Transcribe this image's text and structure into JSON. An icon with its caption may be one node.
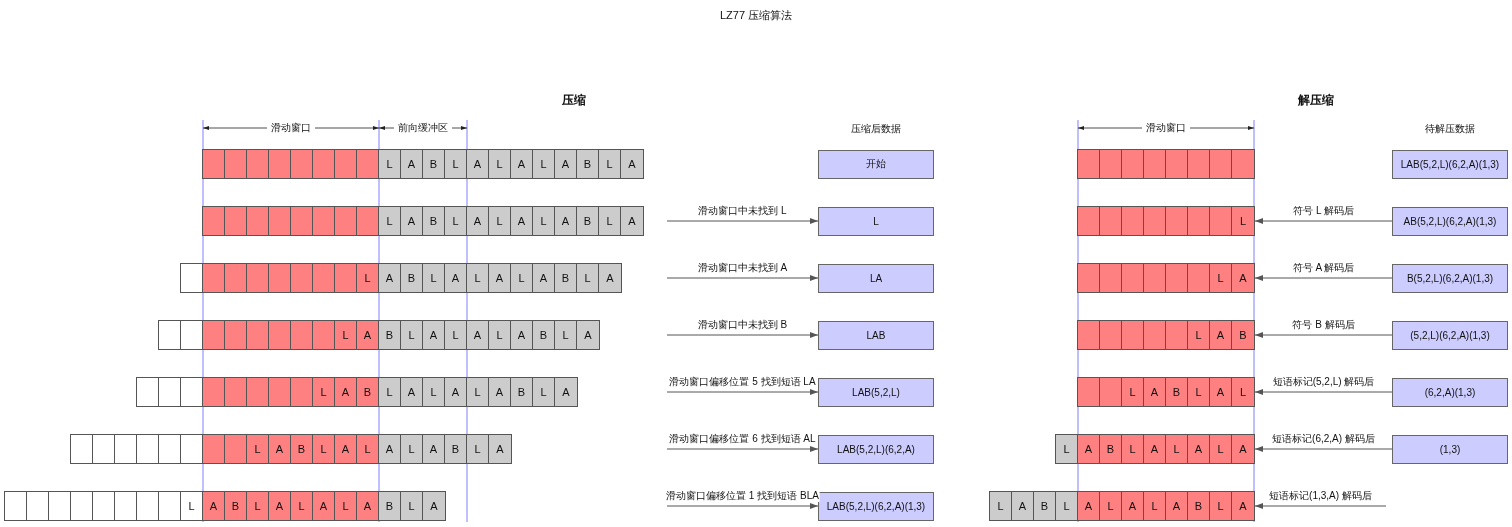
{
  "diagram": {
    "title": "LZ77 压缩算法",
    "nodes": [
      {
        "text": [],
        "shape": "bar"
      },
      {
        "text": [],
        "shape": "box",
        "in": 0
      },
      {
        "text": [],
        "shape": "box",
        "in": 0
      },
      {
        "text": [],
        "shape": "box",
        "in": 0
      },
      {
        "text": [],
        "shape": "box",
        "in": 0
      },
      {
        "text": [],
        "shape": "box",
        "in": 0
      },
      {
        "text": [],
        "shape": "box",
        "in": 0
      },
      {
        "text": [],
        "shape": "box",
        "in": 0
      },
      {
        "text": [],
        "shape": "box",
        "in": 0
      },
      {
        "text": [
          "L"
        ],
        "in": 0
      },
      {
        "text": [
          "A"
        ],
        "in": 0
      },
      {
        "text": [
          "B"
        ],
        "in": 0
      },
      {
        "text": [
          "L"
        ],
        "in": 0
      },
      {
        "text": [
          "A"
        ],
        "in": 0
      },
      {
        "text": [
          "L"
        ],
        "in": 0
      },
      {
        "text": [
          "A"
        ],
        "in": 0
      },
      {
        "text": [
          "L"
        ],
        "in": 0
      },
      {
        "text": [
          "A"
        ],
        "in": 0
      },
      {
        "text": [
          "B"
        ],
        "in": 0
      },
      {
        "text": [
          "L"
        ],
        "in": 0
      },
      {
        "text": [
          "A"
        ],
        "in": 0
      },
      {
        "text": [
          "开始"
        ]
      },
      {
        "text": [],
        "shape": "bar"
      },
      {
        "text": [],
        "shape": "box",
        "in": 22
      },
      {
        "text": [],
        "shape": "box",
        "in": 22
      },
      {
        "text": [],
        "shape": "box",
        "in": 22
      },
      {
        "text": [],
        "shape": "box",
        "in": 22
      },
      {
        "text": [],
        "shape": "box",
        "in": 22
      },
      {
        "text": [],
        "shape": "box",
        "in": 22
      },
      {
        "text": [],
        "shape": "box",
        "in": 22
      },
      {
        "text": [],
        "shape": "box",
        "in": 22
      },
      {
        "text": [
          "L"
        ],
        "in": 22
      },
      {
        "text": [
          "A"
        ],
        "in": 22
      },
      {
        "text": [
          "B"
        ],
        "in": 22
      },
      {
        "text": [
          "L"
        ],
        "in": 22
      },
      {
        "text": [
          "A"
        ],
        "in": 22
      },
      {
        "text": [
          "L"
        ],
        "in": 22
      },
      {
        "text": [
          "A"
        ],
        "in": 22
      },
      {
        "text": [
          "L"
        ],
        "in": 22
      },
      {
        "text": [
          "A"
        ],
        "in": 22
      },
      {
        "text": [
          "B"
        ],
        "in": 22
      },
      {
        "text": [
          "L"
        ],
        "in": 22
      },
      {
        "text": [
          "A"
        ],
        "in": 22
      },
      {
        "text": [
          "L"
        ]
      },
      {
        "text": [],
        "shape": "bar"
      },
      {
        "text": [],
        "shape": "box",
        "in": 44
      },
      {
        "text": [],
        "shape": "box",
        "in": 44
      },
      {
        "text": [],
        "shape": "box",
        "in": 44
      },
      {
        "text": [],
        "shape": "box",
        "in": 44
      },
      {
        "text": [],
        "shape": "box",
        "in": 44
      },
      {
        "text": [],
        "shape": "box",
        "in": 44
      },
      {
        "text": [],
        "shape": "box",
        "in": 44
      },
      {
        "text": [],
        "shape": "box",
        "in": 44
      },
      {
        "text": [
          "L"
        ],
        "in": 44
      },
      {
        "text": [
          "A"
        ],
        "in": 44
      },
      {
        "text": [
          "B"
        ],
        "in": 44
      },
      {
        "text": [
          "L"
        ],
        "in": 44
      },
      {
        "text": [
          "A"
        ],
        "in": 44
      },
      {
        "text": [
          "L"
        ],
        "in": 44
      },
      {
        "text": [
          "A"
        ],
        "in": 44
      },
      {
        "text": [
          "L"
        ],
        "in": 44
      },
      {
        "text": [
          "A"
        ],
        "in": 44
      },
      {
        "text": [
          "B"
        ],
        "in": 44
      },
      {
        "text": [
          "L"
        ],
        "in": 44
      },
      {
        "text": [
          "A"
        ],
        "in": 44
      },
      {
        "text": [
          "LA"
        ]
      },
      {
        "text": [],
        "shape": "bar"
      },
      {
        "text": [],
        "shape": "box",
        "in": 66
      },
      {
        "text": [],
        "shape": "box",
        "in": 66
      },
      {
        "text": [],
        "shape": "box",
        "in": 66
      },
      {
        "text": [],
        "shape": "box",
        "in": 66
      },
      {
        "text": [],
        "shape": "box",
        "in": 66
      },
      {
        "text": [],
        "shape": "box",
        "in": 66
      },
      {
        "text": [],
        "shape": "box",
        "in": 66
      },
      {
        "text": [],
        "shape": "box",
        "in": 66
      },
      {
        "text": [
          "L"
        ],
        "in": 66
      },
      {
        "text": [
          "A"
        ],
        "in": 66
      },
      {
        "text": [
          "B"
        ],
        "in": 66
      },
      {
        "text": [
          "L"
        ],
        "in": 66
      },
      {
        "text": [
          "A"
        ],
        "in": 66
      },
      {
        "text": [
          "L"
        ],
        "in": 66
      },
      {
        "text": [
          "A"
        ],
        "in": 66
      },
      {
        "text": [
          "L"
        ],
        "in": 66
      },
      {
        "text": [
          "A"
        ],
        "in": 66
      },
      {
        "text": [
          "B"
        ],
        "in": 66
      },
      {
        "text": [
          "L"
        ],
        "in": 66
      },
      {
        "text": [
          "A"
        ],
        "in": 66
      },
      {
        "text": [
          "LAB"
        ]
      },
      {
        "text": [],
        "shape": "bar"
      },
      {
        "text": [],
        "shape": "box",
        "in": 88
      },
      {
        "text": [],
        "shape": "box",
        "in": 88
      },
      {
        "text": [],
        "shape": "box",
        "in": 88
      },
      {
        "text": [],
        "shape": "box",
        "in": 88
      },
      {
        "text": [],
        "shape": "box",
        "in": 88
      },
      {
        "text": [],
        "shape": "box",
        "in": 88
      },
      {
        "text": [],
        "shape": "box",
        "in": 88
      },
      {
        "text": [],
        "shape": "box",
        "in": 88
      },
      {
        "text": [
          "L"
        ],
        "in": 88
      },
      {
        "text": [
          "A"
        ],
        "in": 88
      },
      {
        "text": [
          "B"
        ],
        "in": 88
      },
      {
        "text": [
          "L"
        ],
        "in": 88
      },
      {
        "text": [
          "A"
        ],
        "in": 88
      },
      {
        "text": [
          "L"
        ],
        "in": 88
      },
      {
        "text": [
          "A"
        ],
        "in": 88
      },
      {
        "text": [
          "L"
        ],
        "in": 88
      },
      {
        "text": [
          "A"
        ],
        "in": 88
      },
      {
        "text": [
          "B"
        ],
        "in": 88
      },
      {
        "text": [
          "L"
        ],
        "in": 88
      },
      {
        "text": [
          "A"
        ],
        "in": 88
      },
      {
        "text": [
          "LAB(5,2,L)"
        ]
      },
      {
        "text": [],
        "shape": "bar"
      },
      {
        "text": [],
        "shape": "box",
        "in": 110
      },
      {
        "text": [],
        "shape": "box",
        "in": 110
      },
      {
        "text": [],
        "shape": "box",
        "in": 110
      },
      {
        "text": [],
        "shape": "box",
        "in": 110
      },
      {
        "text": [],
        "shape": "box",
        "in": 110
      },
      {
        "text": [],
        "shape": "box",
        "in": 110
      },
      {
        "text": [],
        "shape": "box",
        "in": 110
      },
      {
        "text": [],
        "shape": "box",
        "in": 110
      },
      {
        "text": [
          "L"
        ],
        "in": 110
      },
      {
        "text": [
          "A"
        ],
        "in": 110
      },
      {
        "text": [
          "B"
        ],
        "in": 110
      },
      {
        "text": [
          "L"
        ],
        "in": 110
      },
      {
        "text": [
          "A"
        ],
        "in": 110
      },
      {
        "text": [
          "L"
        ],
        "in": 110
      },
      {
        "text": [
          "A"
        ],
        "in": 110
      },
      {
        "text": [
          "L"
        ],
        "in": 110
      },
      {
        "text": [
          "A"
        ],
        "in": 110
      },
      {
        "text": [
          "B"
        ],
        "in": 110
      },
      {
        "text": [
          "L"
        ],
        "in": 110
      },
      {
        "text": [
          "A"
        ],
        "in": 110
      },
      {
        "text": [
          "LAB(5,2,L)(6,2,A)"
        ]
      },
      {
        "text": [],
        "shape": "bar"
      },
      {
        "text": [],
        "shape": "box",
        "in": 132
      },
      {
        "text": [],
        "shape": "box",
        "in": 132
      },
      {
        "text": [],
        "shape": "box",
        "in": 132
      },
      {
        "text": [],
        "shape": "box",
        "in": 132
      },
      {
        "text": [],
        "shape": "box",
        "in": 132
      },
      {
        "text": [],
        "shape": "box",
        "in": 132
      },
      {
        "text": [],
        "shape": "box",
        "in": 132
      },
      {
        "text": [],
        "shape": "box",
        "in": 132
      },
      {
        "text": [
          "L"
        ],
        "in": 132
      },
      {
        "text": [
          "A"
        ],
        "in": 132
      },
      {
        "text": [
          "B"
        ],
        "in": 132
      },
      {
        "text": [
          "L"
        ],
        "in": 132
      },
      {
        "text": [
          "A"
        ],
        "in": 132
      },
      {
        "text": [
          "L"
        ],
        "in": 132
      },
      {
        "text": [
          "A"
        ],
        "in": 132
      },
      {
        "text": [
          "L"
        ],
        "in": 132
      },
      {
        "text": [
          "A"
        ],
        "in": 132
      },
      {
        "text": [
          "B"
        ],
        "in": 132
      },
      {
        "text": [
          "L"
        ],
        "in": 132
      },
      {
        "text": [
          "A"
        ],
        "in": 132
      },
      {
        "text": [
          "LAB(5,2,L)(6,2,A)(1,3)"
        ]
      },
      {
        "text": [],
        "shape": "bar"
      },
      {
        "text": [],
        "shape": "box",
        "in": 154
      },
      {
        "text": [],
        "shape": "box",
        "in": 154
      },
      {
        "text": [],
        "shape": "box",
        "in": 154
      },
      {
        "text": [],
        "shape": "box",
        "in": 154
      },
      {
        "text": [],
        "shape": "box",
        "in": 154
      },
      {
        "text": [],
        "shape": "box",
        "in": 154
      },
      {
        "text": [],
        "shape": "box",
        "in": 154
      },
      {
        "text": [],
        "shape": "box",
        "in": 154
      },
      {
        "text": [
          "LAB(5,2,L)(6,2,A)(1,3)"
        ]
      },
      {
        "text": [],
        "shape": "bar"
      },
      {
        "text": [],
        "shape": "box",
        "in": 164
      },
      {
        "text": [],
        "shape": "box",
        "in": 164
      },
      {
        "text": [],
        "shape": "box",
        "in": 164
      },
      {
        "text": [],
        "shape": "box",
        "in": 164
      },
      {
        "text": [],
        "shape": "box",
        "in": 164
      },
      {
        "text": [],
        "shape": "box",
        "in": 164
      },
      {
        "text": [],
        "shape": "box",
        "in": 164
      },
      {
        "text": [
          "L"
        ],
        "in": 164
      },
      {
        "text": [
          "AB(5,2,L)(6,2,A)(1,3)"
        ]
      },
      {
        "text": [],
        "shape": "bar"
      },
      {
        "text": [],
        "shape": "box",
        "in": 174
      },
      {
        "text": [],
        "shape": "box",
        "in": 174
      },
      {
        "text": [],
        "shape": "box",
        "in": 174
      },
      {
        "text": [],
        "shape": "box",
        "in": 174
      },
      {
        "text": [],
        "shape": "box",
        "in": 174
      },
      {
        "text": [],
        "shape": "box",
        "in": 174
      },
      {
        "text": [
          "L"
        ],
        "in": 174
      },
      {
        "text": [
          "A"
        ],
        "in": 174
      },
      {
        "text": [
          "B(5,2,L)(6,2,A)(1,3)"
        ]
      },
      {
        "text": [],
        "shape": "bar"
      },
      {
        "text": [],
        "shape": "box",
        "in": 184
      },
      {
        "text": [],
        "shape": "box",
        "in": 184
      },
      {
        "text": [],
        "shape": "box",
        "in": 184
      },
      {
        "text": [],
        "shape": "box",
        "in": 184
      },
      {
        "text": [],
        "shape": "box",
        "in": 184
      },
      {
        "text": [
          "L"
        ],
        "in": 184
      },
      {
        "text": [
          "A"
        ],
        "in": 184
      },
      {
        "text": [
          "B"
        ],
        "in": 184
      },
      {
        "text": [
          "(5,2,L)(6,2,A)(1,3)"
        ]
      },
      {
        "text": [],
        "shape": "bar"
      },
      {
        "text": [],
        "shape": "box",
        "in": 194
      },
      {
        "text": [],
        "shape": "box",
        "in": 194
      },
      {
        "text": [
          "L"
        ],
        "in": 194
      },
      {
        "text": [
          "A"
        ],
        "in": 194
      },
      {
        "text": [
          "B"
        ],
        "in": 194
      },
      {
        "text": [
          "L"
        ],
        "in": 194
      },
      {
        "text": [
          "A"
        ],
        "in": 194
      },
      {
        "text": [
          "L"
        ],
        "in": 194
      },
      {
        "text": [
          "(6,2,A)(1,3)"
        ]
      },
      {
        "text": [],
        "shape": "bar"
      },
      {
        "text": [
          "L"
        ],
        "in": 204
      },
      {
        "text": [
          "A"
        ],
        "in": 204
      },
      {
        "text": [
          "B"
        ],
        "in": 204
      },
      {
        "text": [
          "L"
        ],
        "in": 204
      },
      {
        "text": [
          "A"
        ],
        "in": 204
      },
      {
        "text": [
          "L"
        ],
        "in": 204
      },
      {
        "text": [
          "A"
        ],
        "in": 204
      },
      {
        "text": [
          "L"
        ],
        "in": 204
      },
      {
        "text": [
          "A"
        ],
        "in": 204
      },
      {
        "text": [
          "(1,3)"
        ]
      },
      {
        "text": [],
        "shape": "bar"
      },
      {
        "text": [
          "L"
        ],
        "in": 215
      },
      {
        "text": [
          "A"
        ],
        "in": 215
      },
      {
        "text": [
          "B"
        ],
        "in": 215
      },
      {
        "text": [
          "L"
        ],
        "in": 215
      },
      {
        "text": [
          "A"
        ],
        "in": 215
      },
      {
        "text": [
          "L"
        ],
        "in": 215
      },
      {
        "text": [
          "A"
        ],
        "in": 215
      },
      {
        "text": [
          "L"
        ],
        "in": 215
      },
      {
        "text": [
          "A"
        ],
        "in": 215
      },
      {
        "text": [
          "B"
        ],
        "in": 215
      },
      {
        "text": [
          "L"
        ],
        "in": 215
      },
      {
        "text": [
          "A"
        ],
        "in": 215
      }
    ],
    "edges": [
      {
        "from": null,
        "to": 43,
        "arrow": "to",
        "label": "滑动窗口中未找到 L"
      },
      {
        "from": null,
        "to": 65,
        "arrow": "to",
        "label": "滑动窗口中未找到 A"
      },
      {
        "from": null,
        "to": 87,
        "arrow": "to",
        "label": "滑动窗口中未找到 B"
      },
      {
        "from": null,
        "to": 109,
        "arrow": "to",
        "label": "滑动窗口偏移位置 5 找到短语 LA"
      },
      {
        "from": null,
        "to": 131,
        "arrow": "to",
        "label": "滑动窗口偏移位置 6 找到短语 AL"
      },
      {
        "from": null,
        "to": 153,
        "arrow": "to",
        "label": "滑动窗口偏移位置 1 找到短语 BLA"
      },
      {
        "from": 173,
        "to": 164,
        "arrow": "to",
        "label": "符号 L 解码后"
      },
      {
        "from": 183,
        "to": 174,
        "arrow": "to",
        "label": "符号 A 解码后"
      },
      {
        "from": 193,
        "to": 184,
        "arrow": "to",
        "label": "符号 B 解码后"
      },
      {
        "from": 203,
        "to": 194,
        "arrow": "to",
        "label": "短语标记(5,2,L) 解码后"
      },
      {
        "from": 214,
        "to": 204,
        "arrow": "to",
        "label": "短语标记(6,2,A) 解码后"
      },
      {
        "from": null,
        "to": 215,
        "arrow": "to",
        "label": "短语标记(1,3,A) 解码后"
      }
    ],
    "labels": [
      "压缩",
      "解压缩",
      "滑动窗口",
      "前向缓冲区",
      "压缩后数据",
      "滑动窗口",
      "待解压数据"
    ]
  }
}
